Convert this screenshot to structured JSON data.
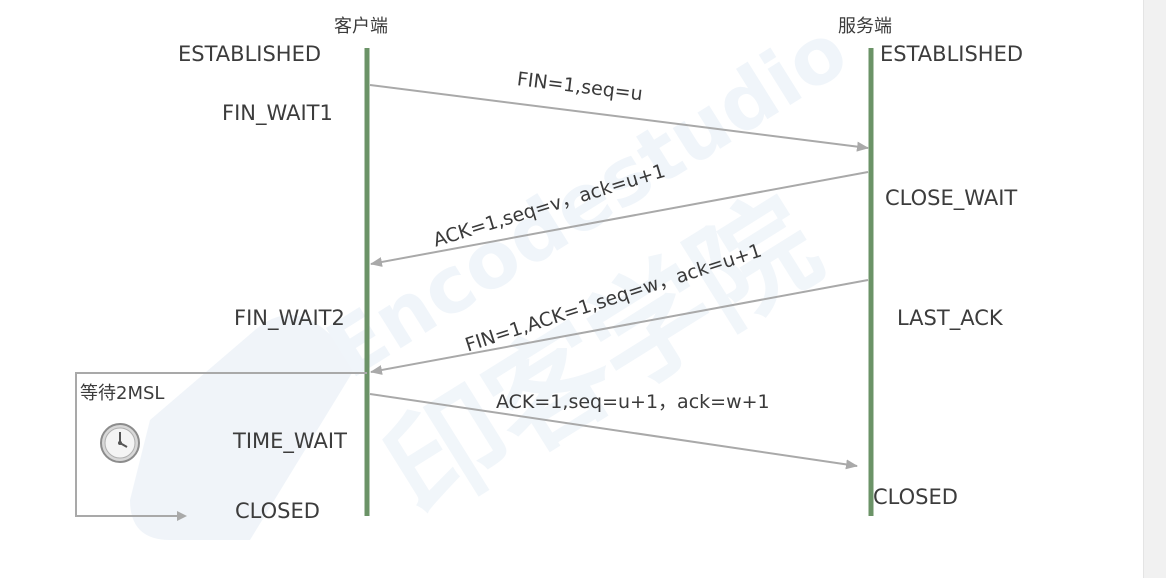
{
  "participants": {
    "client": {
      "title": "客户端",
      "states": [
        "ESTABLISHED",
        "FIN_WAIT1",
        "FIN_WAIT2",
        "TIME_WAIT",
        "CLOSED"
      ]
    },
    "server": {
      "title": "服务端",
      "states": [
        "ESTABLISHED",
        "CLOSE_WAIT",
        "LAST_ACK",
        "CLOSED"
      ]
    }
  },
  "messages": [
    {
      "label": "FIN=1,seq=u",
      "direction": "client-to-server"
    },
    {
      "label": "ACK=1,seq=v，ack=u+1",
      "direction": "server-to-client"
    },
    {
      "label": "FIN=1,ACK=1,seq=w，ack=u+1",
      "direction": "server-to-client"
    },
    {
      "label": "ACK=1,seq=u+1，ack=w+1",
      "direction": "client-to-server"
    }
  ],
  "wait": {
    "label": "等待2MSL",
    "icon": "clock-icon"
  },
  "watermark": {
    "text": "Encodestudio",
    "cn_text": "印客学院",
    "color": "#dfe9f3"
  },
  "colors": {
    "lifeline": "#6b9367",
    "arrow": "#a9a9a9",
    "text": "#3c3c3c"
  }
}
